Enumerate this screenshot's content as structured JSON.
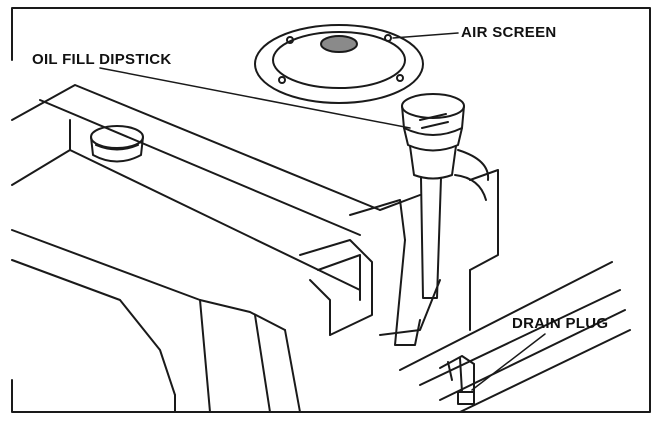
{
  "labels": {
    "air_screen": "AIR SCREEN",
    "oil_fill_dipstick": "OIL FILL DIPSTICK",
    "drain_plug": "DRAIN PLUG"
  },
  "colors": {
    "line": "#1a1a1a",
    "background": "#ffffff",
    "shade": "#8a8a8a"
  }
}
